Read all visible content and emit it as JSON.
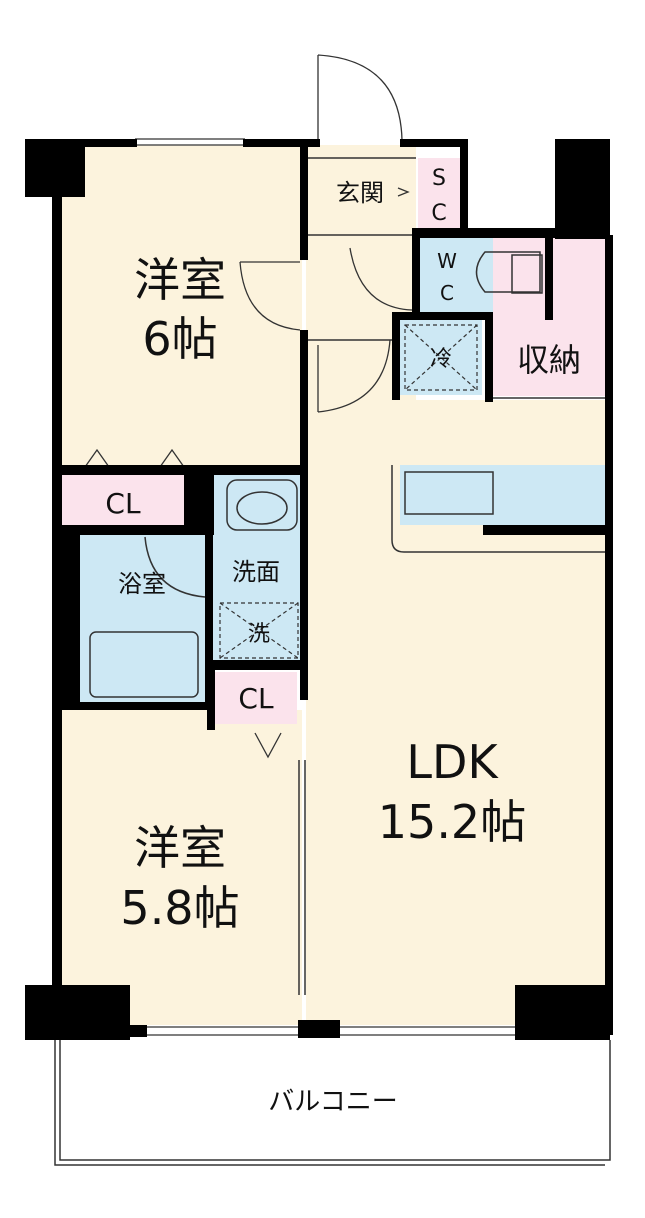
{
  "colors": {
    "floor": "#fcf3dd",
    "wet": "#cde8f4",
    "storage": "#fbe3ec",
    "wall": "#000000"
  },
  "rooms": {
    "western1": {
      "name": "洋室",
      "size": "6帖"
    },
    "western2": {
      "name": "洋室",
      "size": "5.8帖"
    },
    "ldk": {
      "name": "LDK",
      "size": "15.2帖"
    },
    "entrance": "玄関",
    "shoe_closet": [
      "S",
      "C"
    ],
    "toilet": [
      "W",
      "C"
    ],
    "storage": "収納",
    "fridge": "冷",
    "closet1": "CL",
    "closet2": "CL",
    "bath": "浴室",
    "washroom": "洗面",
    "washer": "洗",
    "balcony": "バルコニー"
  }
}
